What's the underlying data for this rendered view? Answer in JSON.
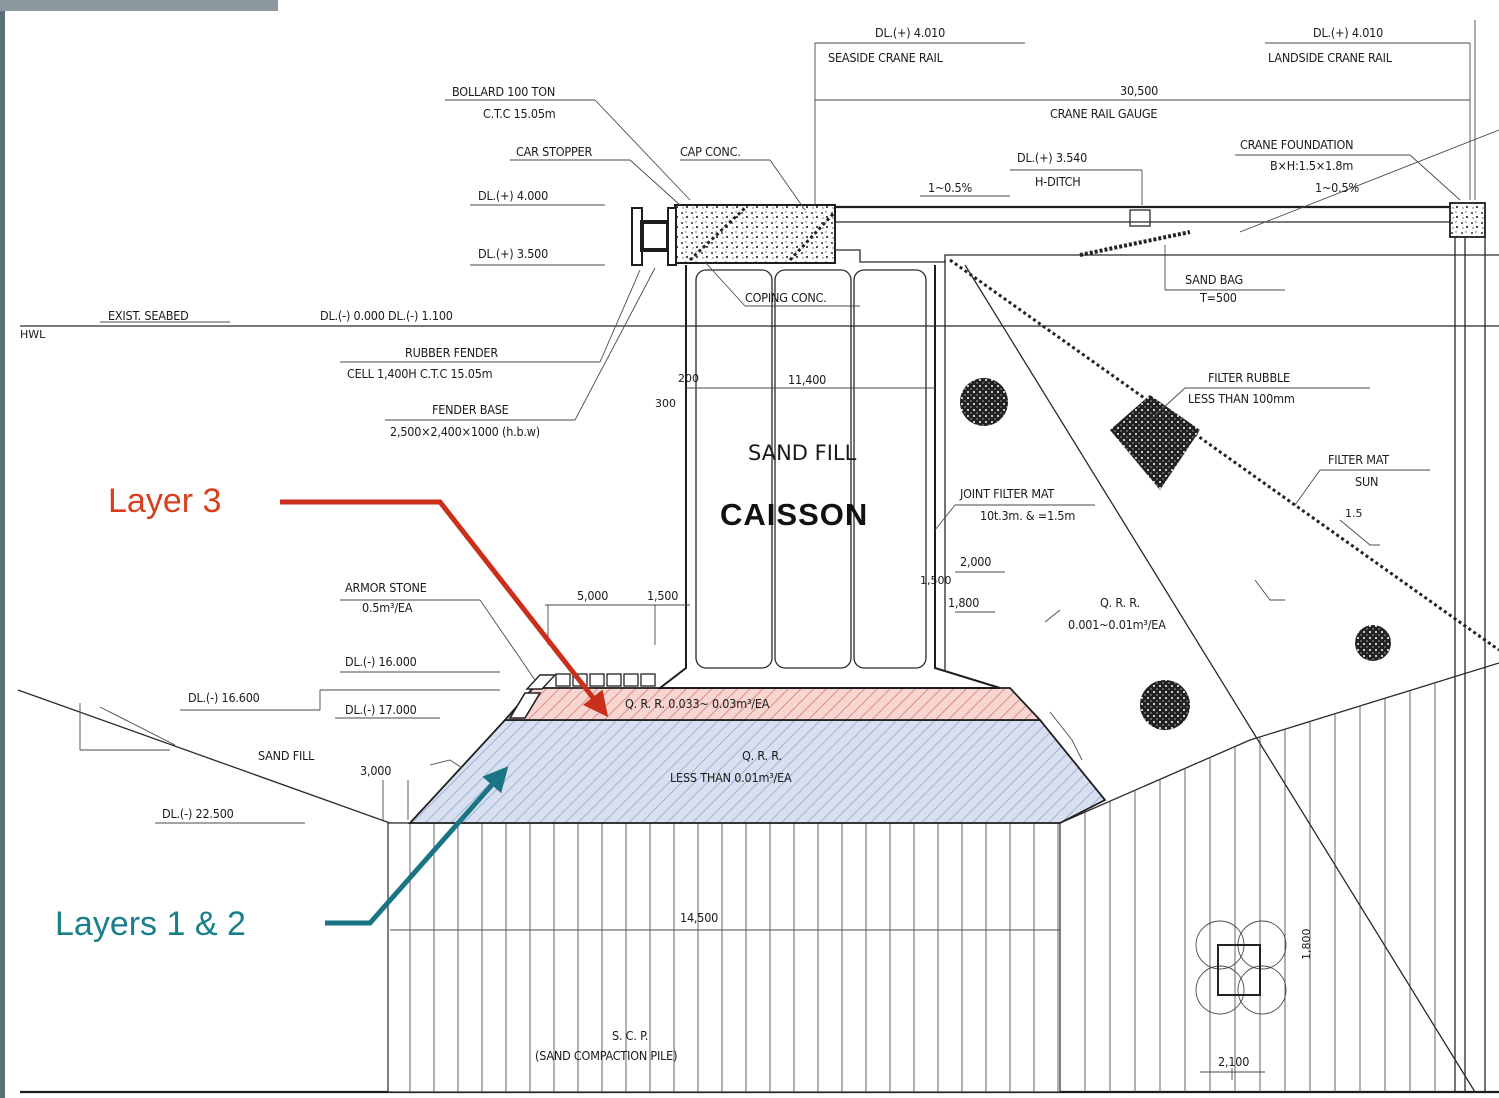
{
  "callouts": {
    "layer3": "Layer 3",
    "layers12": "Layers 1 & 2"
  },
  "main_labels": {
    "caisson": "CAISSON",
    "sand_fill_top": "SAND FILL"
  },
  "labels": {
    "dl_4010_a": "DL.(+) 4.010",
    "seaside_rail": "SEASIDE CRANE RAIL",
    "dl_4010_b": "DL.(+) 4.010",
    "landside_rail": "LANDSIDE CRANE RAIL",
    "rail_gauge_dim": "30,500",
    "rail_gauge": "CRANE RAIL GAUGE",
    "bollard": "BOLLARD 100 TON",
    "bollard_ctc": "C.T.C 15.05m",
    "car_stopper": "CAR STOPPER",
    "cap_conc": "CAP CONC.",
    "dl_4000": "DL.(+) 4.000",
    "dl_3500": "DL.(+) 3.500",
    "dl_3540": "DL.(+) 3.540",
    "h_ditch": "H-DITCH",
    "slope_1": "1~0.5%",
    "crane_foundation": "CRANE FOUNDATION",
    "crane_foundation_dim": "B×H:1.5×1.8m",
    "slope_2": "1~0.5%",
    "coping_conc": "COPING CONC.",
    "sand_bag": "SAND BAG",
    "sand_bag_t": "T=500",
    "exist_seabed": "EXIST. SEABED",
    "dl_seabed": "DL.(-) 0.000  DL.(-) 1.100",
    "hwl": "HWL",
    "rubber_fender": "RUBBER FENDER",
    "rubber_fender_spec": "CELL 1,400H C.T.C 15.05m",
    "fender_base": "FENDER BASE",
    "fender_base_spec": "2,500×2,400×1000 (h.b.w)",
    "dim_11400": "11,400",
    "dim_200": "200",
    "dim_300": "300",
    "filter_rubble": "FILTER RUBBLE",
    "filter_rubble_spec": "LESS THAN 100mm",
    "filter_mat": "FILTER MAT",
    "filter_mat_spec": "SUN",
    "slope_15": "1.5",
    "joint_filter": "JOINT FILTER MAT",
    "joint_filter_spec": "10t.3m. & =1.5m",
    "armor_stone": "ARMOR STONE",
    "armor_stone_spec": "0.5m³/EA",
    "dim_5000": "5,000",
    "dim_1500": "1,500",
    "dim_2000": "2,000",
    "dim_1500b": "1,500",
    "dim_1800": "1,800",
    "qrr_right": "Q. R. R.",
    "qrr_right_spec": "0.001~0.01m³/EA",
    "dl_16000": "DL.(-) 16.000",
    "dl_16600": "DL.(-) 16.600",
    "dl_17000": "DL.(-) 17.000",
    "layer3_text": "Q. R. R.     0.033~  0.03m³/EA",
    "sand_fill_left": "SAND FILL",
    "qrr_core": "Q. R. R.",
    "qrr_core_spec": "LESS THAN   0.01m³/EA",
    "dim_3000": "3,000",
    "dl_22500": "DL.(-) 22.500",
    "dim_14500": "14,500",
    "scp": "S. C. P.",
    "scp_full": "(SAND COMPACTION PILE)",
    "dim_2100": "2,100",
    "dim_1800v": "1,800"
  },
  "colors": {
    "layer3_fill": "#f7d6d2",
    "layer3_hatch": "#d77a70",
    "layers12_fill": "#d8dff0",
    "layers12_hatch": "#8f9fc8",
    "red_arrow": "#c92f1a",
    "teal_arrow": "#1b7483",
    "left_frame": "#5b6f78"
  }
}
